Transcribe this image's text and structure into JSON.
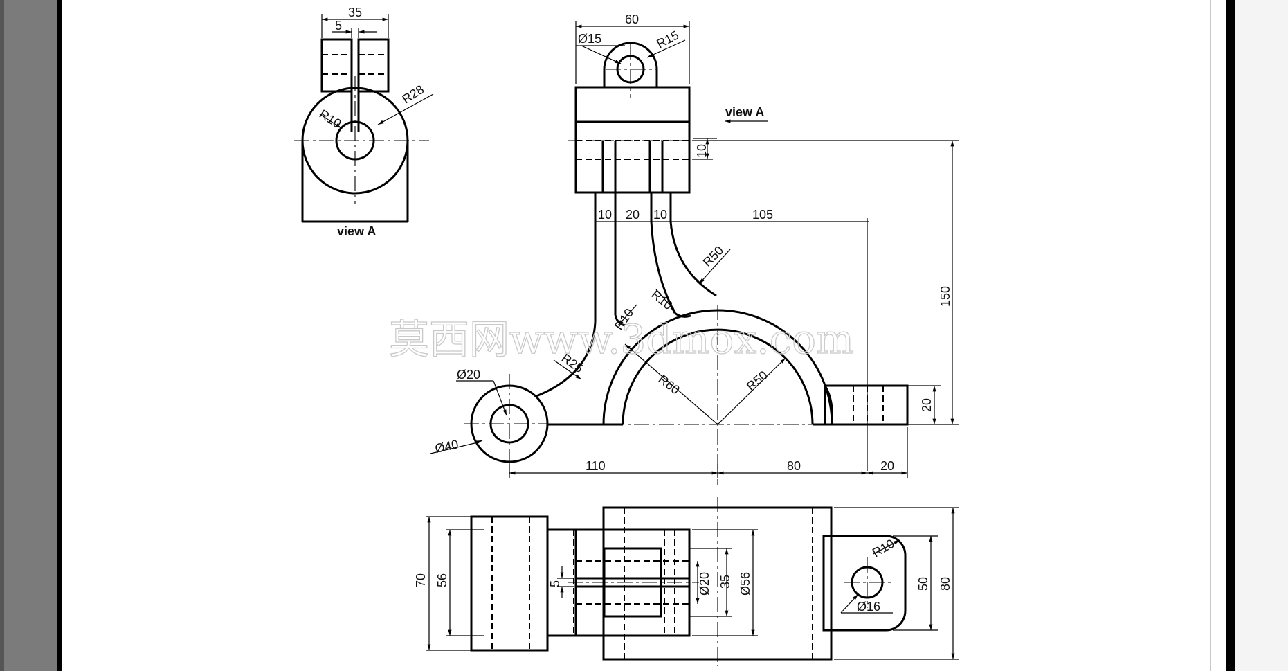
{
  "labels": {
    "view_a_side": "view A",
    "view_a_arrow": "view A"
  },
  "watermark": "莫西网www.3dmox.com",
  "dims": {
    "va_35": "35",
    "va_5": "5",
    "va_r28": "R28",
    "va_r10": "R10",
    "fv_60": "60",
    "fv_d15": "Ø15",
    "fv_r15": "R15",
    "fv_10v": "10",
    "fv_10a": "10",
    "fv_20": "20",
    "fv_10b": "10",
    "fv_105": "105",
    "fv_150": "150",
    "fv_r50a": "R50",
    "fv_r10a": "R10",
    "fv_r10b": "R10",
    "fv_r25": "R25",
    "fv_d20": "Ø20",
    "fv_d40": "Ø40",
    "fv_r60": "R60",
    "fv_r50b": "R50",
    "fv_20v": "20",
    "fv_110": "110",
    "fv_80": "80",
    "fv_20h": "20",
    "tv_70": "70",
    "tv_56": "56",
    "tv_5": "5",
    "tv_d20": "Ø20",
    "tv_35": "35",
    "tv_d56": "Ø56",
    "tv_r10": "R10",
    "tv_d16": "Ø16",
    "tv_50": "50",
    "tv_80": "80"
  },
  "colors": {
    "ink": "#000000",
    "paper": "#ffffff",
    "viewer": "#7b7b7b",
    "watermark": "#c9c9c9"
  }
}
